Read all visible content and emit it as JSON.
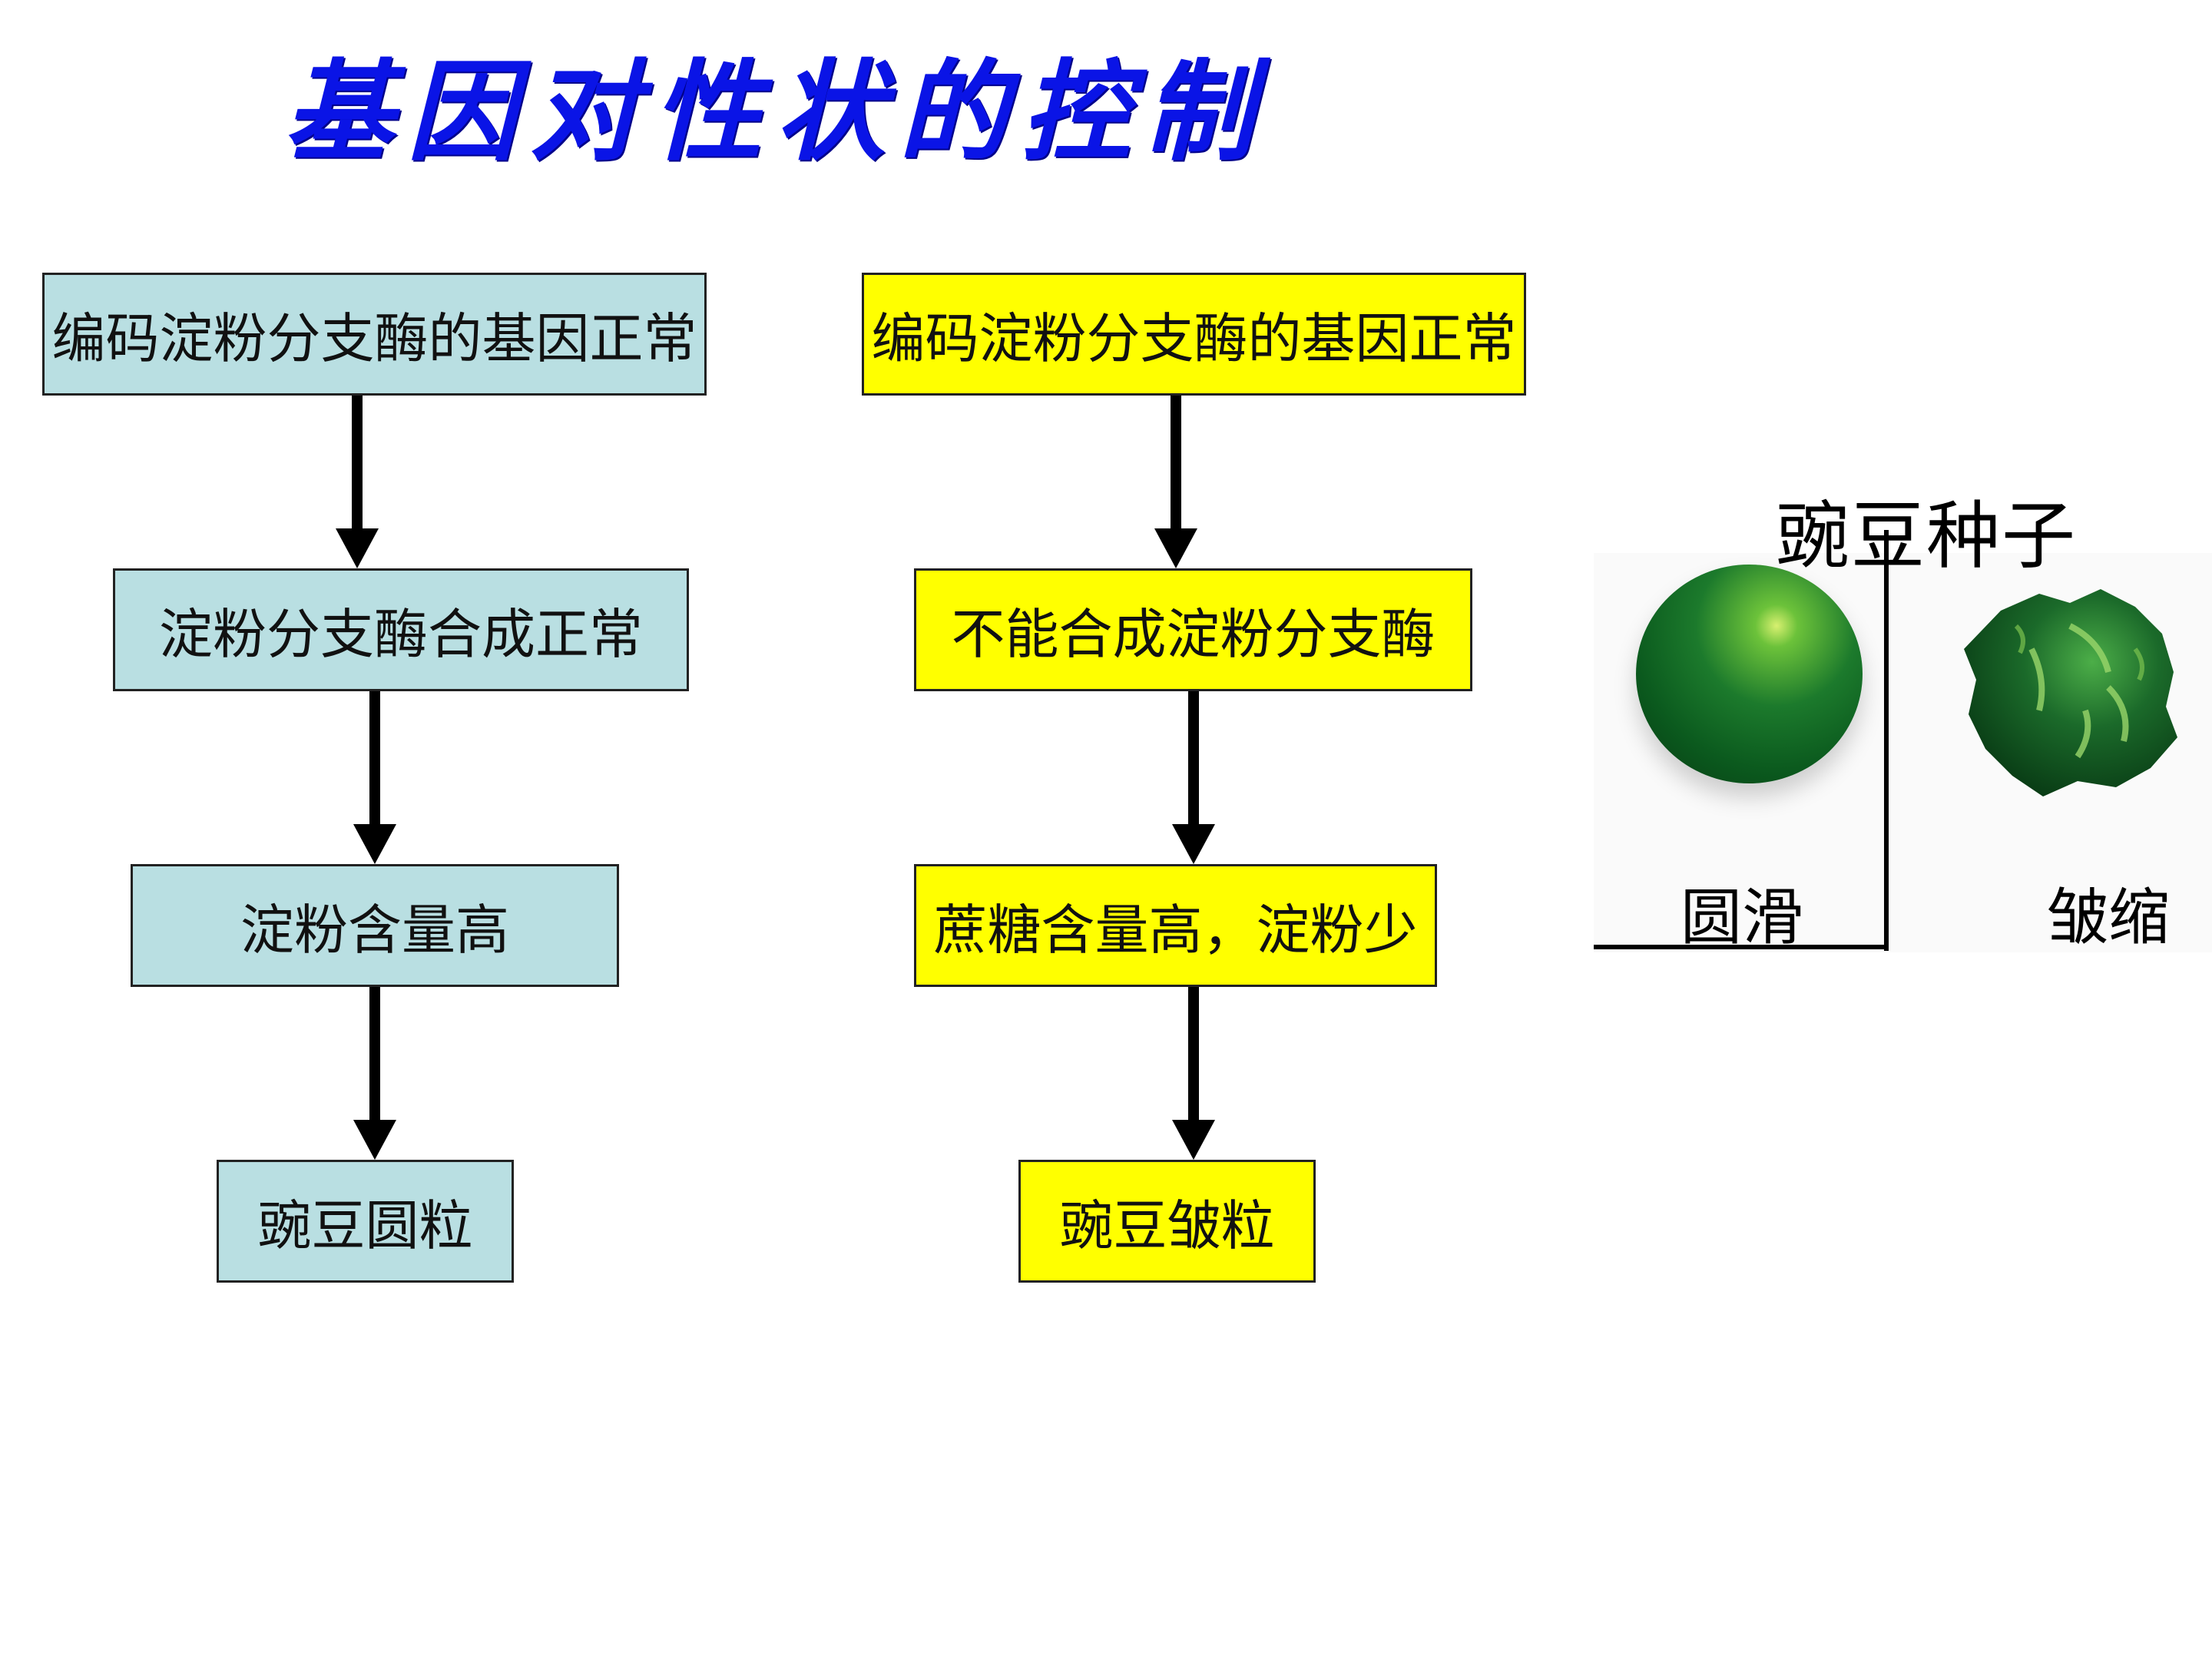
{
  "title": "基因对性状的控制",
  "left_chain": [
    "编码淀粉分支酶的基因正常",
    "淀粉分支酶合成正常",
    "淀粉含量高",
    "豌豆圆粒"
  ],
  "right_chain": [
    "编码淀粉分支酶的基因正常",
    "不能合成淀粉分支酶",
    "蔗糖含量高，淀粉少",
    "豌豆皱粒"
  ],
  "pea_panel": {
    "title": "豌豆种子",
    "round_label": "圆滑",
    "wrinkled_label": "皱缩"
  },
  "colors": {
    "title": "#0a14e6",
    "left_boxes": "#b9dfe2",
    "right_boxes": "#ffff00"
  }
}
